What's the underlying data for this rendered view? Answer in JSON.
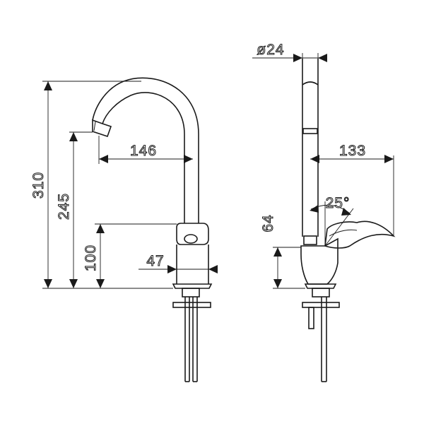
{
  "front_view": {
    "dimensions": {
      "total_height": "310",
      "spout_height": "245",
      "body_height": "100",
      "spout_reach": "146",
      "base_diameter": "47"
    }
  },
  "side_view": {
    "dimensions": {
      "spout_diameter": "ø24",
      "handle_reach": "133",
      "handle_angle": "25°",
      "handle_height": "64"
    }
  }
}
